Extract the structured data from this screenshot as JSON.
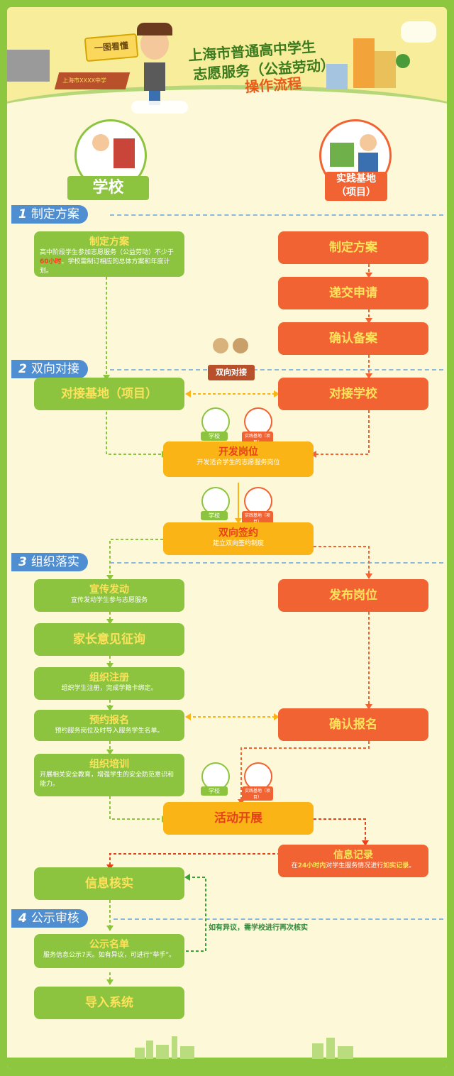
{
  "colors": {
    "green": "#8cc43f",
    "orange": "#f26333",
    "yellow": "#fbb416",
    "section_blue": "#4f8fd1",
    "border_green": "#8dc63f",
    "background": "#fdf8d8"
  },
  "header": {
    "badge": "一图看懂",
    "title_line1": "上海市普通高中学生",
    "title_line2": "志愿服务（公益劳动）",
    "subtitle": "操作流程",
    "school_sign": "上海市XXXX中学"
  },
  "columns": {
    "school": "学校",
    "base_line1": "实践基地",
    "base_line2": "（项目）"
  },
  "sections": [
    {
      "num": "1",
      "label": "制定方案"
    },
    {
      "num": "2",
      "label": "双向对接"
    },
    {
      "num": "3",
      "label": "组织落实"
    },
    {
      "num": "4",
      "label": "公示审核"
    }
  ],
  "school_steps": {
    "plan": {
      "title": "制定方案",
      "desc_pre": "高中阶段学生参加志愿服务（公益劳动）不少于",
      "desc_hl": "60小时",
      "desc_post": "。学校需制订相应的总体方案和年度计划。"
    },
    "connect": {
      "title": "对接基地（项目）"
    },
    "publicize": {
      "title": "宣传发动",
      "desc": "宣传发动学生参与志愿服务"
    },
    "parents": {
      "title": "家长意见征询"
    },
    "register": {
      "title": "组织注册",
      "desc": "组织学生注册，完成学籍卡绑定。"
    },
    "signup": {
      "title": "预约报名",
      "desc": "预约服务岗位及时导入服务学生名单。"
    },
    "training": {
      "title": "组织培训",
      "desc": "开展相关安全教育，增强学生的安全防范意识和能力。"
    },
    "verify": {
      "title": "信息核实"
    },
    "publish_list": {
      "title": "公示名单",
      "desc": "服务信息公示7天。如有异议，可进行“举手”。"
    },
    "import": {
      "title": "导入系统"
    }
  },
  "base_steps": {
    "plan": {
      "title": "制定方案"
    },
    "submit": {
      "title": "递交申请"
    },
    "confirm": {
      "title": "确认备案"
    },
    "connect": {
      "title": "对接学校"
    },
    "post": {
      "title": "发布岗位"
    },
    "confirm_signup": {
      "title": "确认报名"
    },
    "record": {
      "title": "信息记录",
      "desc_pre": "在",
      "desc_hl1": "24小时内",
      "desc_mid": "对学生服务情况进行",
      "desc_hl2": "如实记录",
      "desc_post": "。"
    }
  },
  "joint_steps": {
    "develop": {
      "title": "开发岗位",
      "desc": "开发适合学生的志愿服务岗位"
    },
    "sign": {
      "title": "双向签约",
      "desc": "建立双向签约制度"
    },
    "activity": {
      "title": "活动开展"
    }
  },
  "mini_tags": {
    "school": "学校",
    "base": "实践基地（项目）"
  },
  "podium": "双向对接",
  "objection_note": "如有异议，需学校进行再次核实"
}
